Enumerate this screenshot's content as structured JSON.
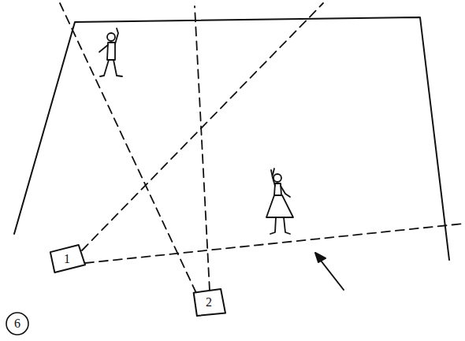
{
  "diagram": {
    "nodes": [
      {
        "text": [
          "1"
        ]
      },
      {
        "text": [
          "2"
        ]
      },
      {
        "text": [
          "6"
        ]
      }
    ]
  }
}
